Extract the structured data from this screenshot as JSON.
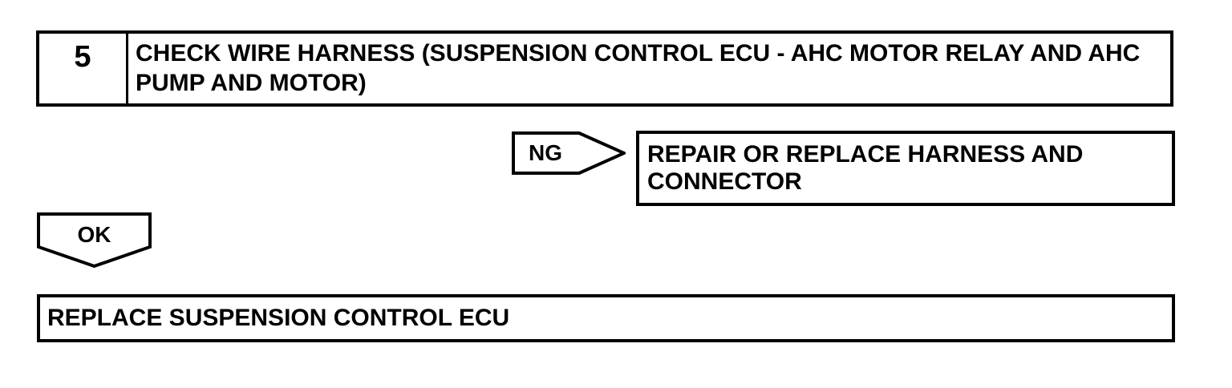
{
  "colors": {
    "line": "#000000",
    "background": "#ffffff"
  },
  "step": {
    "number": "5",
    "title": "CHECK WIRE HARNESS (SUSPENSION CONTROL ECU - AHC MOTOR RELAY AND AHC PUMP AND MOTOR)"
  },
  "branches": {
    "ng": {
      "label": "NG",
      "action": "REPAIR OR REPLACE HARNESS AND CONNECTOR"
    },
    "ok": {
      "label": "OK",
      "action": "REPLACE SUSPENSION CONTROL ECU"
    }
  }
}
